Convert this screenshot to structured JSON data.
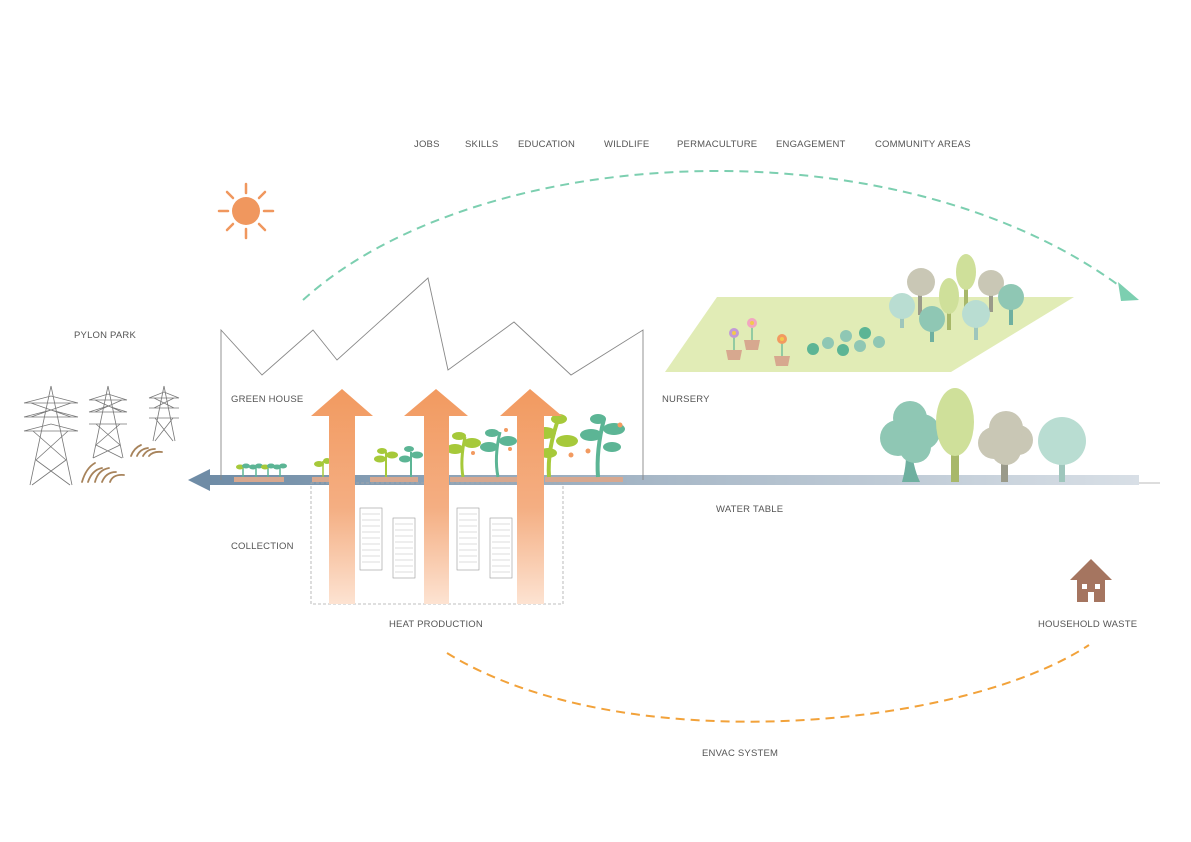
{
  "benefits": [
    "JOBS",
    "SKILLS",
    "EDUCATION",
    "WILDLIFE",
    "PERMACULTURE",
    "ENGAGEMENT",
    "COMMUNITY AREAS"
  ],
  "labels": {
    "pylon_park": "PYLON PARK",
    "green_house": "GREEN HOUSE",
    "nursery": "NURSERY",
    "collection": "COLLECTION",
    "water_table": "WATER TABLE",
    "heat_production": "HEAT PRODUCTION",
    "household_waste": "HOUSEHOLD WASTE",
    "envac_system": "ENVAC SYSTEM"
  },
  "colors": {
    "sun": "#f0975e",
    "heat_arrow": "#f29a60",
    "heat_arrow_fade": "#fde3d2",
    "cycle_arrow_top": "#7ccfb0",
    "cycle_arrow_bottom": "#f2a23a",
    "water_line": "#6f8ca6",
    "nursery_ground": "#e1ecb6",
    "house": "#a57560",
    "planter": "#d7a88f",
    "tree_teal": "#8fc7b4",
    "tree_lime": "#cfe09a",
    "tree_grey": "#c9c7b5",
    "tree_pale": "#b9ddd2",
    "plant_green": "#5cb595",
    "plant_lime": "#a6c93a",
    "grass": "#a7835b"
  },
  "icons": [
    "sun-icon",
    "pylon-icon",
    "grass-icon",
    "house-icon",
    "tree-icon",
    "flower-pot-icon",
    "cabbage-icon"
  ]
}
